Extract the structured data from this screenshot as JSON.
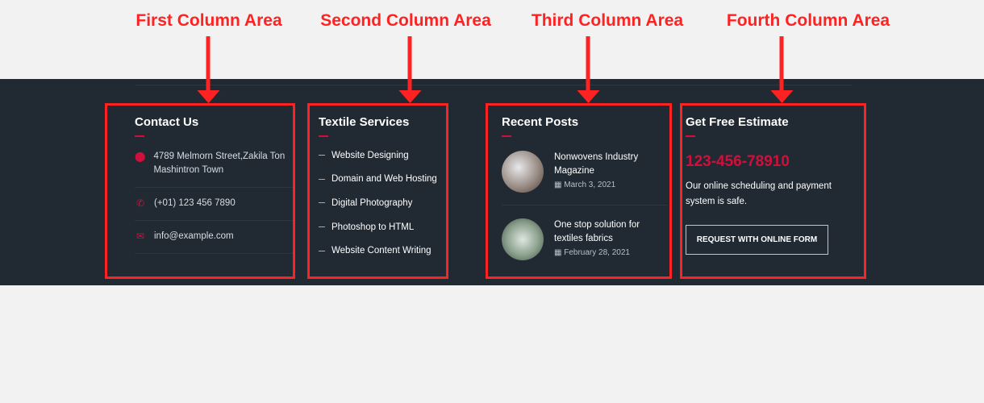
{
  "annotations": [
    "First Column Area",
    "Second Column Area",
    "Third Column Area",
    "Fourth Column Area"
  ],
  "contact": {
    "title": "Contact Us",
    "address": "4789 Melmorn Street,Zakila Ton Mashintron Town",
    "phone": "(+01) 123 456 7890",
    "email": "info@example.com"
  },
  "services": {
    "title": "Textile Services",
    "items": [
      "Website Designing",
      "Domain and Web Hosting",
      "Digital Photography",
      "Photoshop to HTML",
      "Website Content Writing"
    ]
  },
  "posts": {
    "title": "Recent Posts",
    "items": [
      {
        "title": "Nonwovens Industry Magazine",
        "date": "March 3, 2021"
      },
      {
        "title": "One stop solution for textiles fabrics",
        "date": "February 28, 2021"
      }
    ]
  },
  "estimate": {
    "title": "Get Free Estimate",
    "phone": "123-456-78910",
    "description": "Our online scheduling and payment system is safe.",
    "button": "REQUEST WITH ONLINE FORM"
  },
  "colors": {
    "accent": "#d0103a",
    "footer_bg": "#212a33",
    "annotation": "#ff2222"
  }
}
